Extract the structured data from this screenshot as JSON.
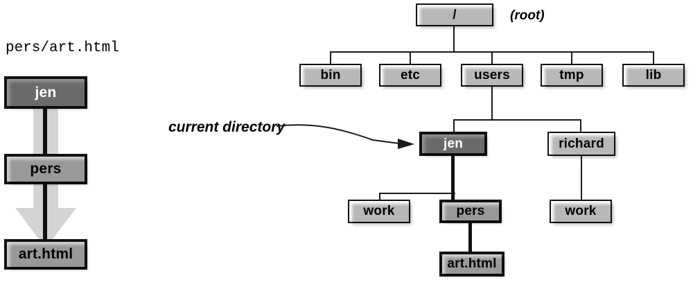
{
  "diagram": {
    "title_caption": "pers/art.html",
    "annotation": {
      "label": "current directory",
      "points_to": "jen"
    },
    "root_note": "(root)",
    "colors": {
      "current_dir_fill": "#949494",
      "path_highlight_fill": "#d4d4d4",
      "plain_fill": "#ffffff",
      "border": "#111111",
      "arrow_fill": "#d4d4d4"
    },
    "relative_path_chain": {
      "caption": "pers/art.html",
      "nodes": [
        {
          "label": "jen",
          "style": "dark"
        },
        {
          "label": "pers",
          "style": "light"
        },
        {
          "label": "art.html",
          "style": "light"
        }
      ]
    },
    "tree": {
      "root": {
        "label": "/",
        "note": "(root)",
        "style": "white"
      },
      "level1": [
        {
          "label": "bin",
          "style": "white"
        },
        {
          "label": "etc",
          "style": "white"
        },
        {
          "label": "users",
          "style": "white"
        },
        {
          "label": "tmp",
          "style": "white"
        },
        {
          "label": "lib",
          "style": "white"
        }
      ],
      "level2": [
        {
          "label": "jen",
          "style": "dark"
        },
        {
          "label": "richard",
          "style": "white"
        }
      ],
      "level3_jen": [
        {
          "label": "work",
          "style": "white"
        },
        {
          "label": "pers",
          "style": "light"
        }
      ],
      "level3_richard": [
        {
          "label": "work",
          "style": "white"
        }
      ],
      "level4": [
        {
          "label": "art.html",
          "style": "light"
        }
      ]
    }
  }
}
